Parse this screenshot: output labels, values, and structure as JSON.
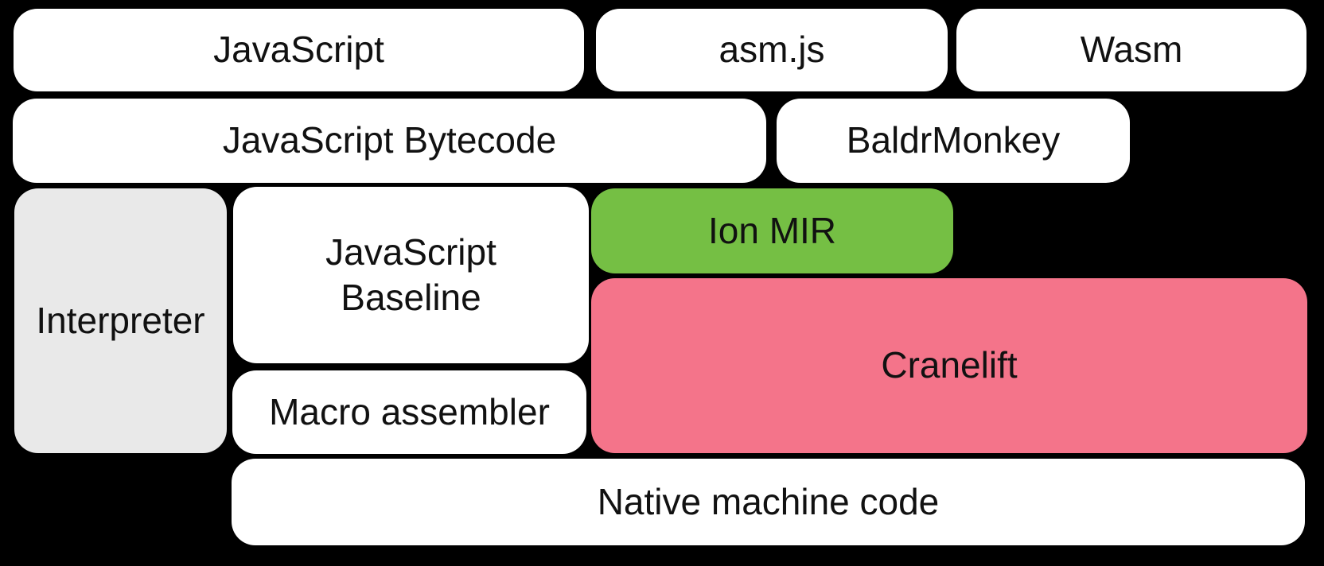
{
  "colors": {
    "background": "#000000",
    "box_default": "#ffffff",
    "interpreter_box": "#e9e9e9",
    "ion_mir_box": "#75bf44",
    "cranelift_box": "#f4748a",
    "text": "#111111"
  },
  "nodes": {
    "javascript": {
      "label": "JavaScript"
    },
    "asmjs": {
      "label": "asm.js"
    },
    "wasm": {
      "label": "Wasm"
    },
    "js_bytecode": {
      "label": "JavaScript Bytecode"
    },
    "baldrmonkey": {
      "label": "BaldrMonkey"
    },
    "interpreter": {
      "label": "Interpreter"
    },
    "js_baseline": {
      "label": "JavaScript\nBaseline"
    },
    "ion_mir": {
      "label": "Ion MIR"
    },
    "cranelift": {
      "label": "Cranelift"
    },
    "macro_assembler": {
      "label": "Macro assembler"
    },
    "native_machine_code": {
      "label": "Native machine code"
    }
  }
}
